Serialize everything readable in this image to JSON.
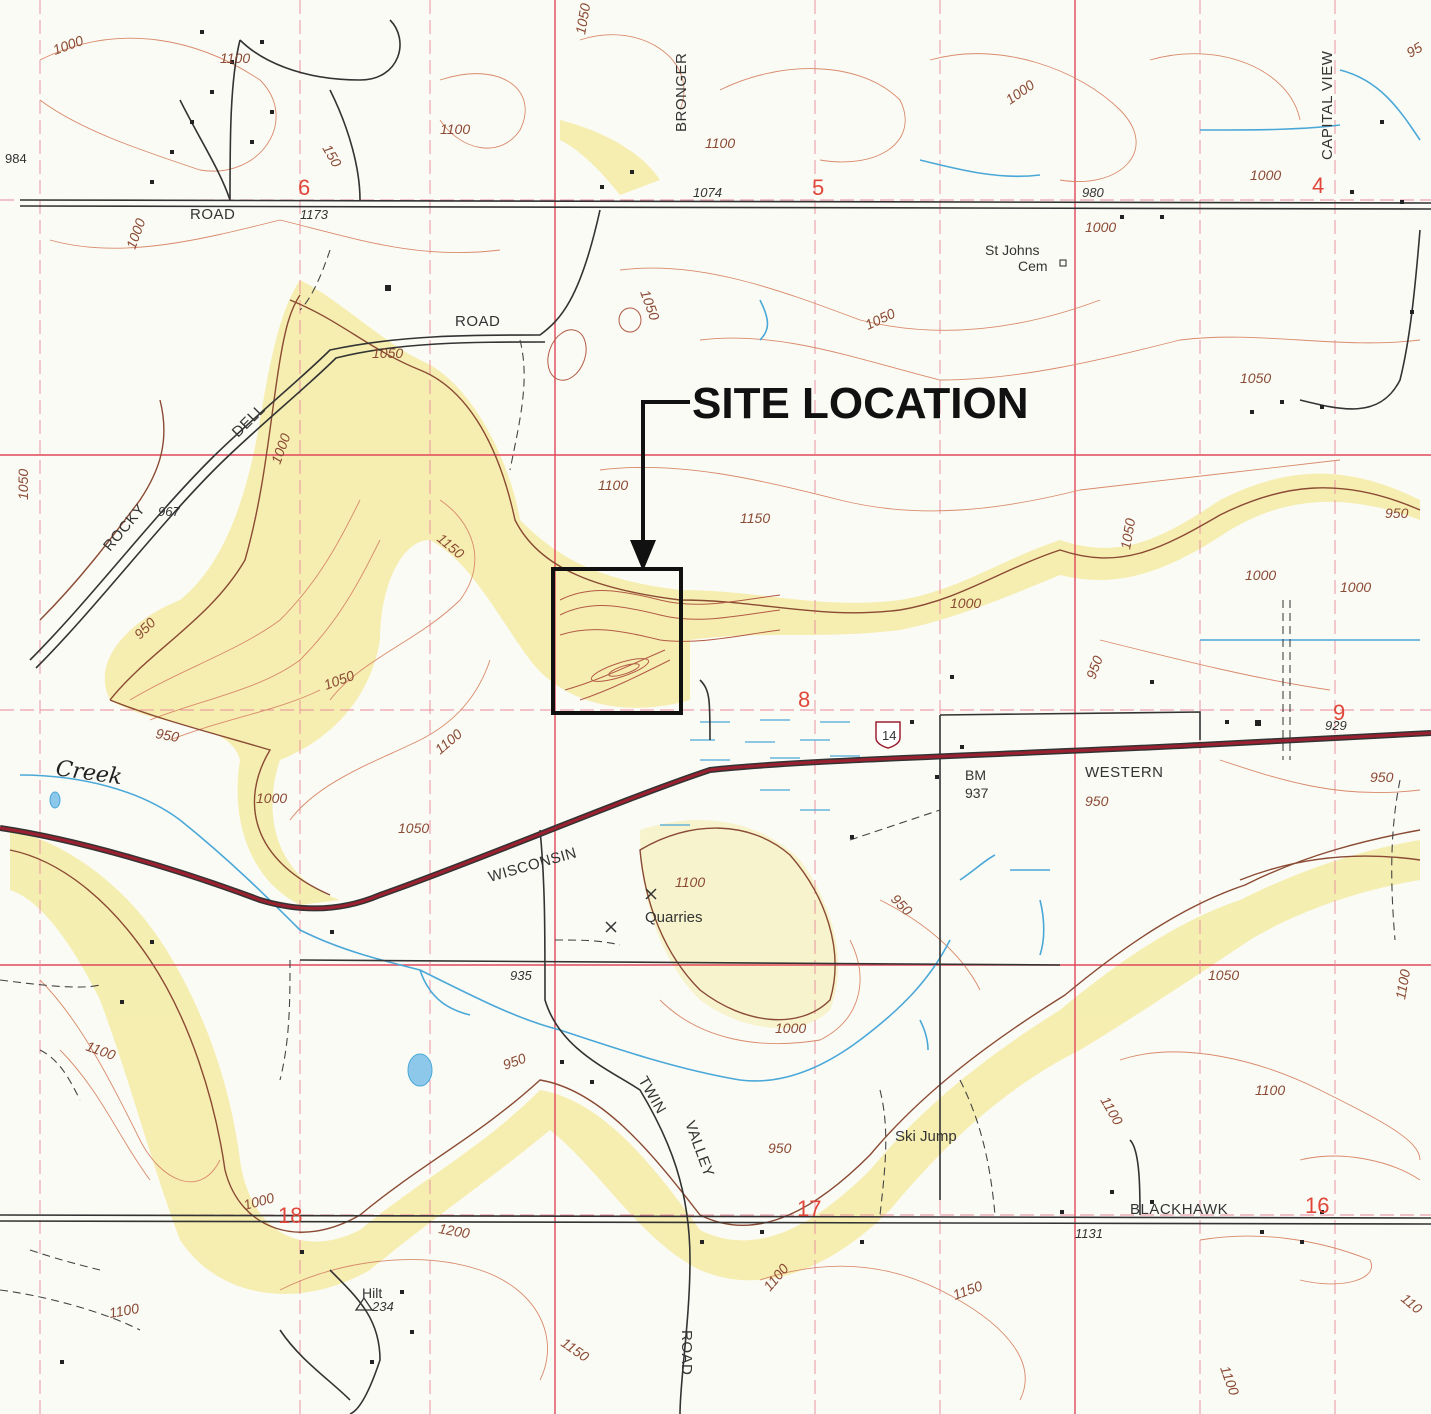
{
  "callout": {
    "title": "SITE LOCATION"
  },
  "roads": {
    "road_top": "ROAD",
    "road_mid": "ROAD",
    "rocky": "ROCKY",
    "dell": "DELL",
    "bronger": "BRONGER",
    "capital_view": "CAPITAL VIEW",
    "wisconsin": "WISCONSIN",
    "western": "WESTERN",
    "twin": "TWIN",
    "valley": "VALLEY",
    "road_bottom": "ROAD",
    "blackhawk": "BLACKHAWK",
    "highway_shield": "14"
  },
  "places": {
    "cemetery_1": "St Johns",
    "cemetery_2": "Cem",
    "quarries": "Quarries",
    "ski_jump": "Ski Jump",
    "creek": "Creek",
    "benchmark_1": "BM",
    "benchmark_2": "937",
    "hill": "Hilt",
    "hill_elev": "234"
  },
  "spot_elevations": {
    "e984": "984",
    "e1173": "1173",
    "e1074": "1074",
    "e980": "980",
    "e967": "967",
    "e929": "929",
    "e935": "935",
    "e1131": "1131"
  },
  "contour_labels": {
    "c1": "1000",
    "c2": "1100",
    "c3": "150",
    "c4": "1050",
    "c5": "1100",
    "c6": "1100",
    "c7": "1000",
    "c8": "1000",
    "c9": "1000",
    "c10": "1050",
    "c11": "1050",
    "c12": "1000",
    "c13": "1050",
    "c14": "1100",
    "c15": "1150",
    "c16": "1150",
    "c17": "950",
    "c18": "1000",
    "c19": "1050",
    "c20": "1000",
    "c21": "950",
    "c22": "1050",
    "c23": "1100",
    "c24": "950",
    "c25": "1000",
    "c26": "1050",
    "c27": "950",
    "c28": "1050",
    "c29": "1000",
    "c30": "950",
    "c31": "1100",
    "c32": "950",
    "c33": "950",
    "c34": "1000",
    "c35": "1050",
    "c36": "1100",
    "c37": "950",
    "c38": "1100",
    "c39": "1100",
    "c40": "1000",
    "c41": "1200",
    "c42": "1100",
    "c43": "1150",
    "c44": "1100",
    "c45": "1150",
    "c46": "1100",
    "c47": "950",
    "c48": "1000",
    "c49": "1100",
    "c50": "95",
    "c51": "1050",
    "c52": "110"
  },
  "sections": {
    "s4": "4",
    "s5": "5",
    "s6": "6",
    "s8": "8",
    "s9": "9",
    "s16": "16",
    "s17": "17",
    "s18": "18"
  },
  "colors": {
    "contour_index": "#8a4a33",
    "contour_minor": "#d98a6a",
    "slope_fill": "#f4ea9a",
    "section_line": "#e0475a",
    "range_line": "#d9304a",
    "road": "#333333",
    "highway": "#9b2030",
    "water": "#4aa8d8",
    "callout": "#111111"
  }
}
